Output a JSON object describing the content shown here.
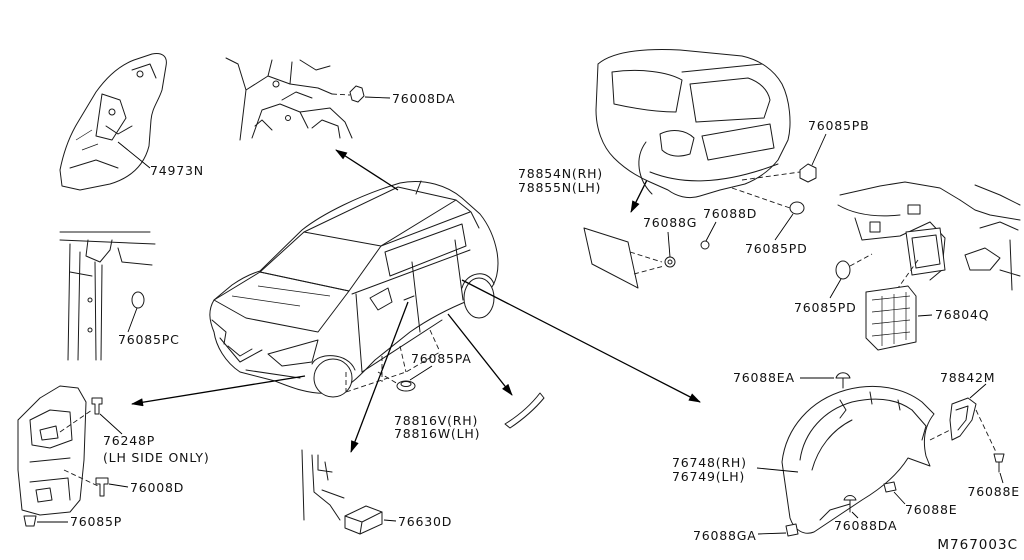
{
  "callouts": [
    {
      "lines": [
        "74973N"
      ]
    },
    {
      "lines": [
        "76008DA"
      ]
    },
    {
      "lines": [
        "76085PC"
      ]
    },
    {
      "lines": [
        "76248P",
        "(LH SIDE ONLY)"
      ]
    },
    {
      "lines": [
        "76008D"
      ]
    },
    {
      "lines": [
        "76085P"
      ]
    },
    {
      "lines": [
        "76630D"
      ]
    },
    {
      "lines": [
        "76085PA"
      ]
    },
    {
      "lines": [
        "78816V(RH)",
        "78816W(LH)"
      ]
    },
    {
      "lines": [
        "78854N(RH)",
        "78855N(LH)"
      ]
    },
    {
      "lines": [
        "76088G"
      ]
    },
    {
      "lines": [
        "76088D"
      ]
    },
    {
      "lines": [
        "76085PB"
      ]
    },
    {
      "lines": [
        "76085PD"
      ]
    },
    {
      "lines": [
        "76085PD"
      ]
    },
    {
      "lines": [
        "76804Q"
      ]
    },
    {
      "lines": [
        "76088EA"
      ]
    },
    {
      "lines": [
        "78842M"
      ]
    },
    {
      "lines": [
        "76748(RH)",
        "76749(LH)"
      ]
    },
    {
      "lines": [
        "76088E"
      ]
    },
    {
      "lines": [
        "76088E"
      ]
    },
    {
      "lines": [
        "76088DA"
      ]
    },
    {
      "lines": [
        "76088GA"
      ]
    }
  ],
  "figure_code": "M767003C",
  "colors": {
    "background": "#ffffff",
    "line": "#1a1a1a"
  }
}
